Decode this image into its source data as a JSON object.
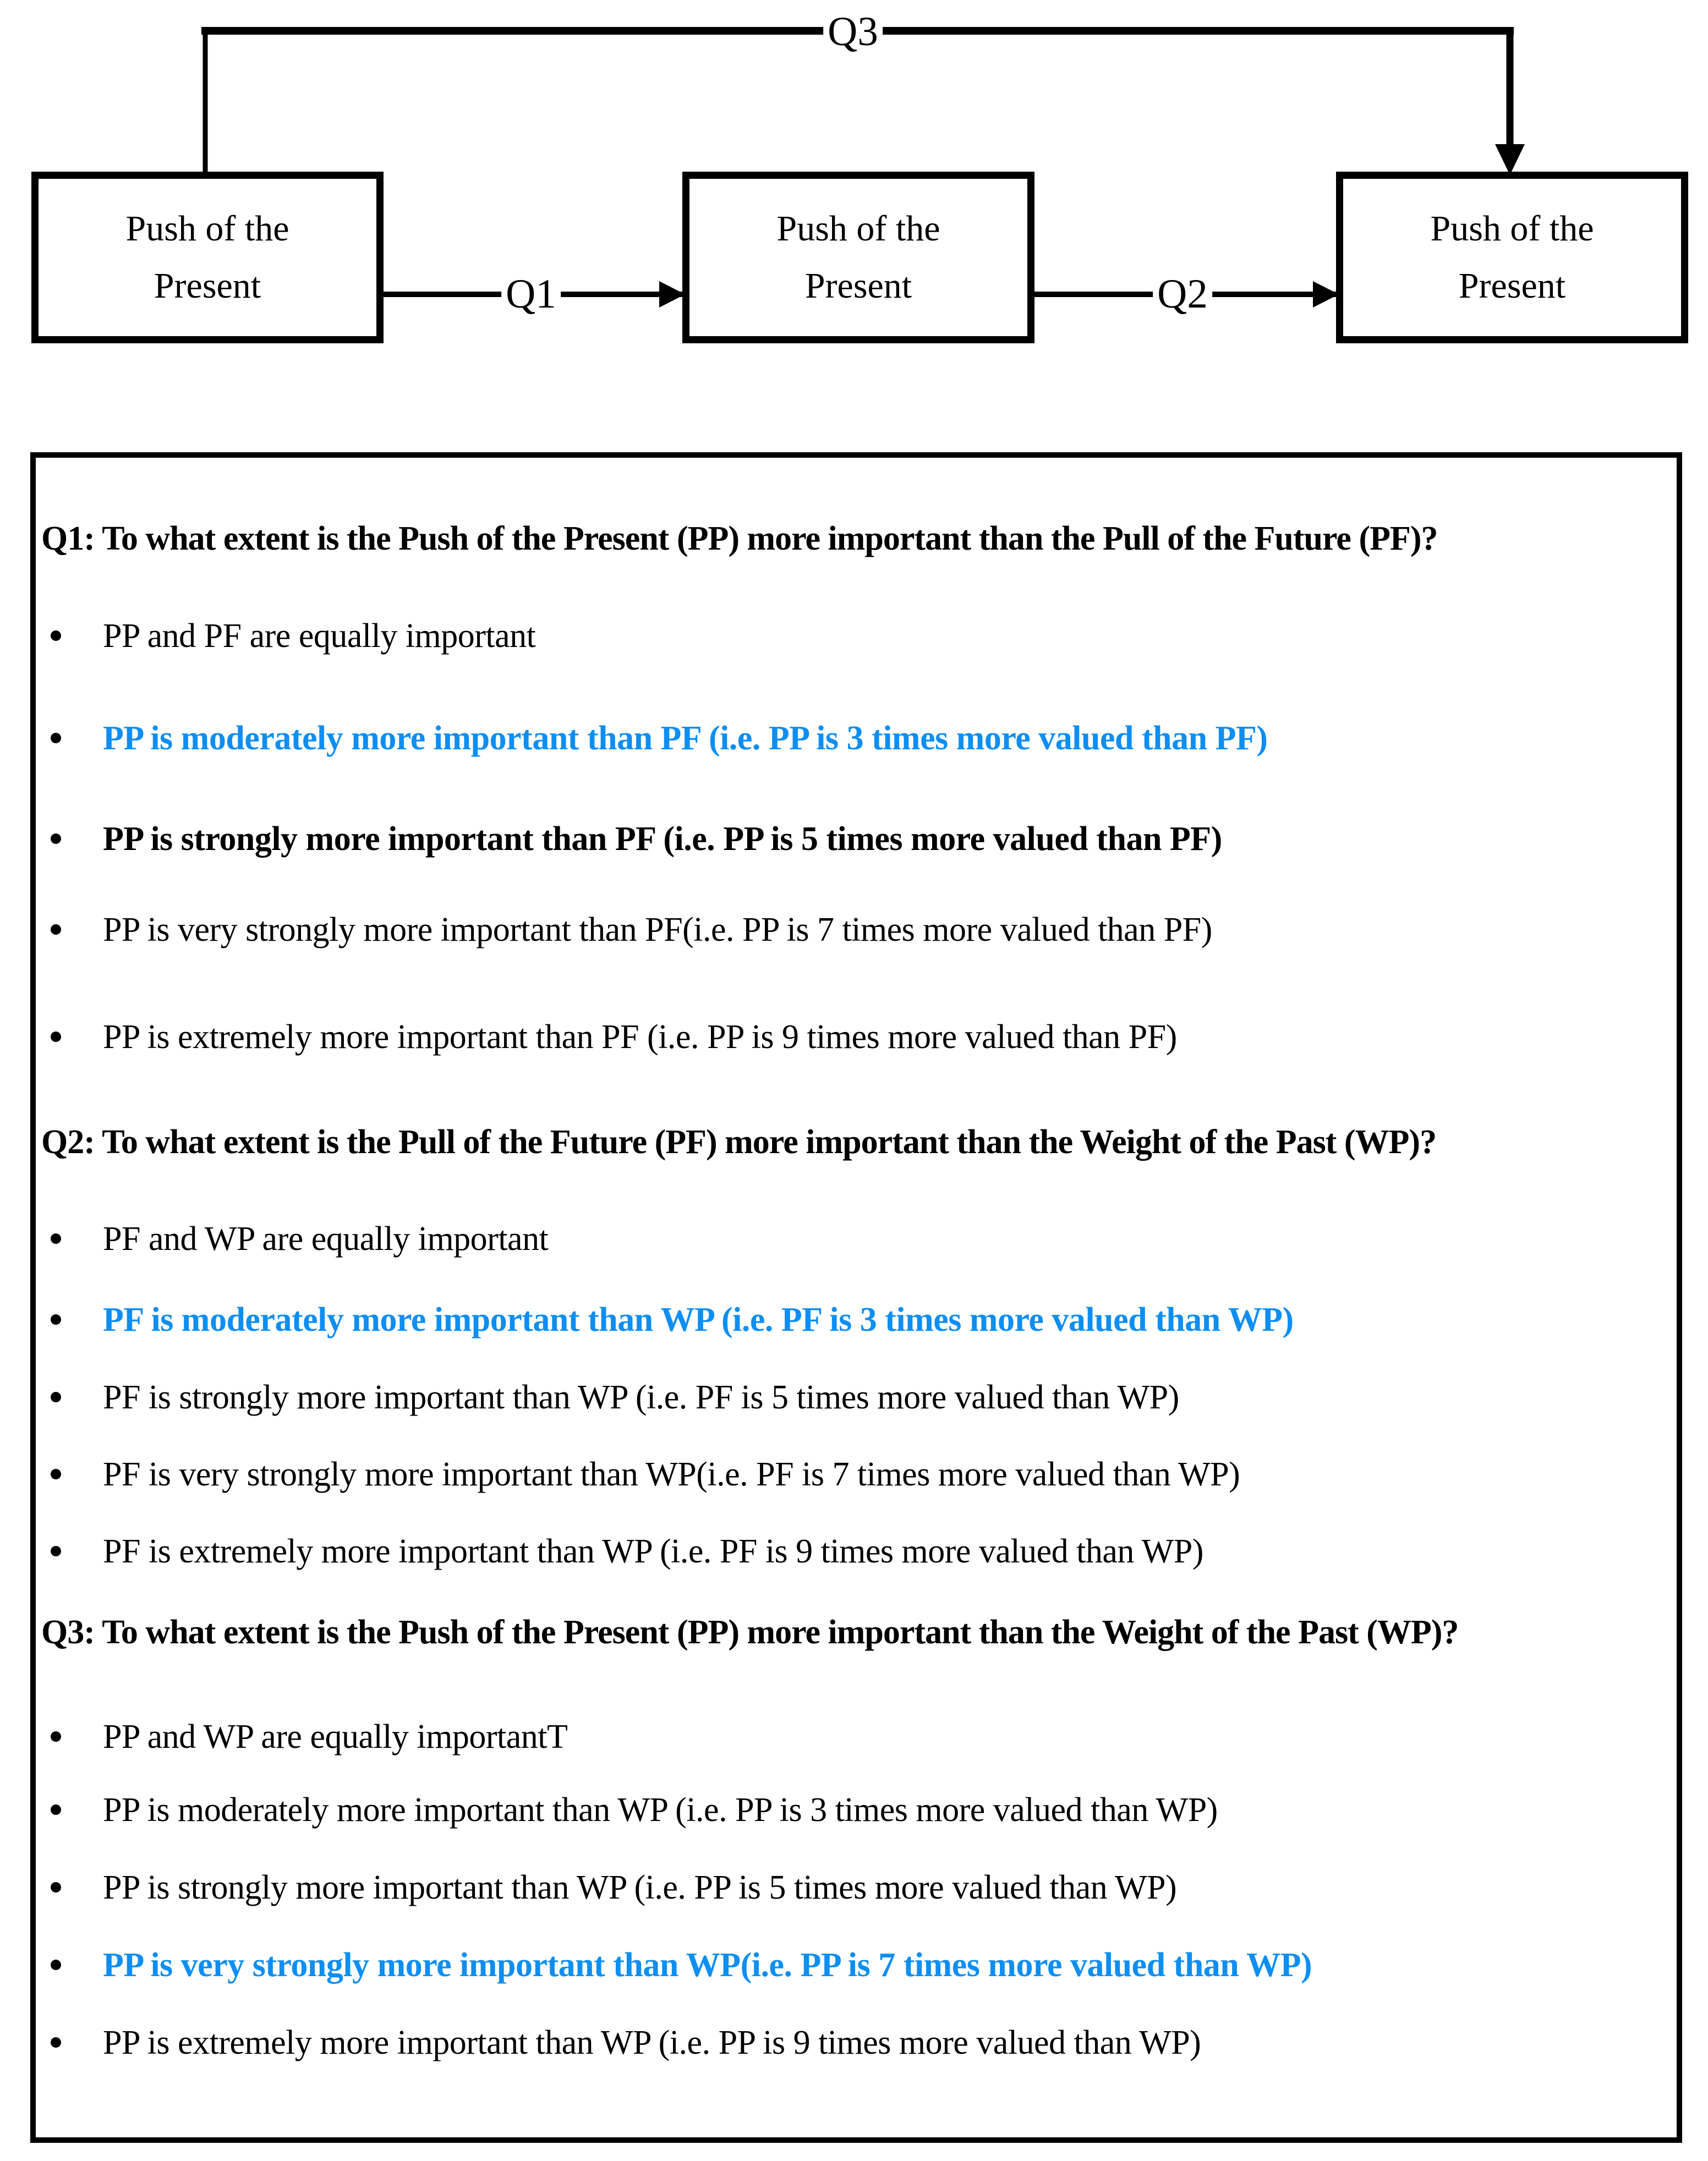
{
  "colors": {
    "highlight_blue": "#0D8EF2",
    "text_black": "#000000"
  },
  "diagram": {
    "boxes": [
      {
        "line1": "Push of the",
        "line2": "Present"
      },
      {
        "line1": "Push of the",
        "line2": "Present"
      },
      {
        "line1": "Push of the",
        "line2": "Present"
      }
    ],
    "connector_labels": {
      "q1": "Q1",
      "q2": "Q2",
      "q3": "Q3"
    }
  },
  "questionnaire": {
    "questions": [
      {
        "heading": "Q1: To what extent is the Push of the Present (PP) more important than the Pull of the Future (PF)?",
        "options": [
          {
            "text": "PP and PF are equally important",
            "emphasis": "normal"
          },
          {
            "text": "PP is moderately more important than PF (i.e. PP is 3 times more valued than PF)",
            "emphasis": "blue-bold"
          },
          {
            "text": "PP is strongly more important than PF (i.e. PP is 5 times more valued than PF)",
            "emphasis": "bold"
          },
          {
            "text": "PP is very strongly more important than PF(i.e. PP is 7 times more valued than PF)",
            "emphasis": "normal"
          },
          {
            "text": "PP is extremely more important than PF (i.e. PP is 9 times more valued than PF)",
            "emphasis": "normal"
          }
        ]
      },
      {
        "heading": "Q2: To what extent is the Pull of the Future (PF) more important than the Weight of the Past (WP)?",
        "options": [
          {
            "text": "PF and WP are equally important",
            "emphasis": "normal"
          },
          {
            "text": "PF is moderately more important than WP (i.e. PF is 3 times more valued than WP)",
            "emphasis": "blue-bold"
          },
          {
            "text": "PF is strongly more important than WP (i.e. PF is 5 times more valued than WP)",
            "emphasis": "normal"
          },
          {
            "text": "PF is very strongly more important than WP(i.e. PF is 7 times more valued than WP)",
            "emphasis": "normal"
          },
          {
            "text": "PF is extremely more important than WP (i.e. PF is 9 times more valued than WP)",
            "emphasis": "normal"
          }
        ]
      },
      {
        "heading": "Q3: To what extent is the Push of the Present (PP) more important than the Weight of the Past (WP)?",
        "options": [
          {
            "text": "PP and WP are equally importantT",
            "emphasis": "normal"
          },
          {
            "text": "PP is moderately more important than WP (i.e. PP is 3 times more valued than WP)",
            "emphasis": "normal"
          },
          {
            "text": "PP is strongly more important than WP (i.e. PP is 5 times more valued than WP)",
            "emphasis": "normal"
          },
          {
            "text": "PP is very strongly more important than WP(i.e. PP is 7 times more valued than WP)",
            "emphasis": "blue-bold"
          },
          {
            "text": "PP is extremely more important than WP (i.e. PP is 9 times more valued than WP)",
            "emphasis": "normal"
          }
        ]
      }
    ]
  }
}
